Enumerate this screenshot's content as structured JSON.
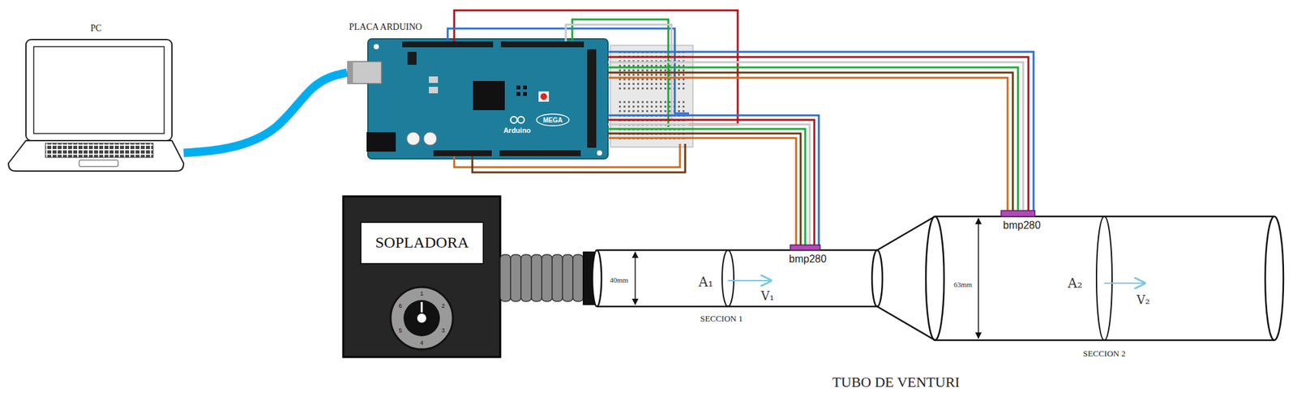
{
  "diagram": {
    "caption": "TUBO DE VENTURI",
    "nodes": [
      {
        "text": [
          "PC"
        ]
      },
      {
        "text": [
          "PLACA ARDUINO"
        ]
      },
      {
        "text": [
          "SOPLADORA"
        ]
      },
      {
        "text": [
          "bmp280"
        ]
      },
      {
        "text": [
          "bmp280"
        ]
      }
    ],
    "edges": [
      {
        "from": 0,
        "to": 1,
        "arrow": "none"
      },
      {
        "from": 1,
        "to": 3,
        "arrow": "none"
      },
      {
        "from": 1,
        "to": 4,
        "arrow": "none"
      }
    ],
    "labels": [
      "Arduino",
      "MEGA",
      "1",
      "2",
      "3",
      "4",
      "5",
      "6",
      "40mm",
      "A₁",
      "V₁",
      "SECCION 1",
      "63mm",
      "A₂",
      "V₂",
      "SECCION 2"
    ]
  }
}
